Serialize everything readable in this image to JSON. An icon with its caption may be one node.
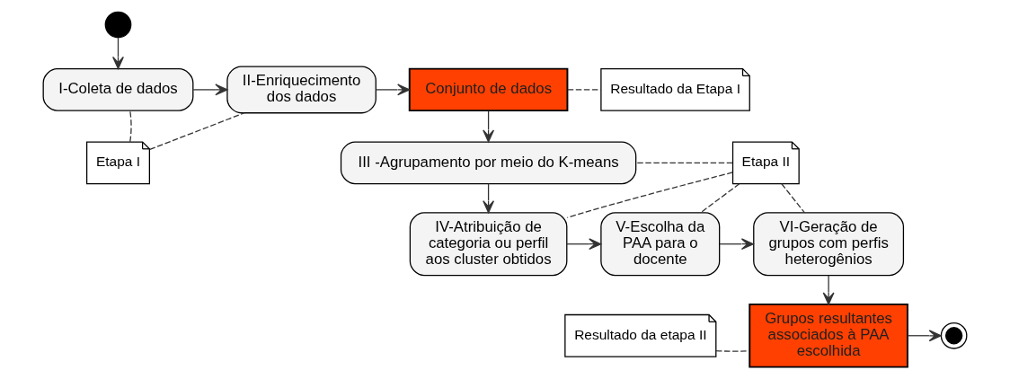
{
  "diagram": {
    "nodes": [
      {
        "text": [],
        "shape": "circle"
      },
      {
        "text": [
          "I-Coleta de dados"
        ]
      },
      {
        "text": [
          "II-Enriquecimento dos dados"
        ]
      },
      {
        "text": [
          "Conjunto de dados"
        ]
      },
      {
        "text": [
          "Resultado da Etapa I"
        ]
      },
      {
        "text": [
          "Etapa I"
        ]
      },
      {
        "text": [
          "III -Agrupamento por meio do K-means"
        ]
      },
      {
        "text": [
          "Etapa II"
        ]
      },
      {
        "text": [
          "IV-Atribuição de categoria ou perfil aos cluster obtidos"
        ]
      },
      {
        "text": [
          "V-Escolha da PAA para o docente"
        ]
      },
      {
        "text": [
          "VI-Geração de grupos com perfis heterogênios"
        ]
      },
      {
        "text": [
          "Resultado da etapa II"
        ]
      },
      {
        "text": [
          "Grupos resultantes associados à PAA escolhida"
        ]
      },
      {
        "text": [],
        "shape": "circle"
      }
    ],
    "edges": [
      {
        "from": 0,
        "to": 1,
        "arrow": "to"
      },
      {
        "from": 1,
        "to": 2,
        "arrow": "to"
      },
      {
        "from": 2,
        "to": 3,
        "arrow": "to"
      },
      {
        "from": 3,
        "to": 4,
        "arrow": "none",
        "style": "dashed"
      },
      {
        "from": 5,
        "to": 1,
        "arrow": "none",
        "style": "dashed"
      },
      {
        "from": 5,
        "to": 2,
        "arrow": "none",
        "style": "dashed"
      },
      {
        "from": 3,
        "to": 6,
        "arrow": "to"
      },
      {
        "from": 7,
        "to": 6,
        "arrow": "none",
        "style": "dashed"
      },
      {
        "from": 6,
        "to": 8,
        "arrow": "to"
      },
      {
        "from": 7,
        "to": 8,
        "arrow": "none",
        "style": "dashed"
      },
      {
        "from": 7,
        "to": 9,
        "arrow": "none",
        "style": "dashed"
      },
      {
        "from": 7,
        "to": 10,
        "arrow": "none",
        "style": "dashed"
      },
      {
        "from": 8,
        "to": 9,
        "arrow": "to"
      },
      {
        "from": 9,
        "to": 10,
        "arrow": "to"
      },
      {
        "from": 10,
        "to": 12,
        "arrow": "to"
      },
      {
        "from": 11,
        "to": 12,
        "arrow": "none",
        "style": "dashed"
      },
      {
        "from": 12,
        "to": 13,
        "arrow": "to"
      }
    ]
  }
}
